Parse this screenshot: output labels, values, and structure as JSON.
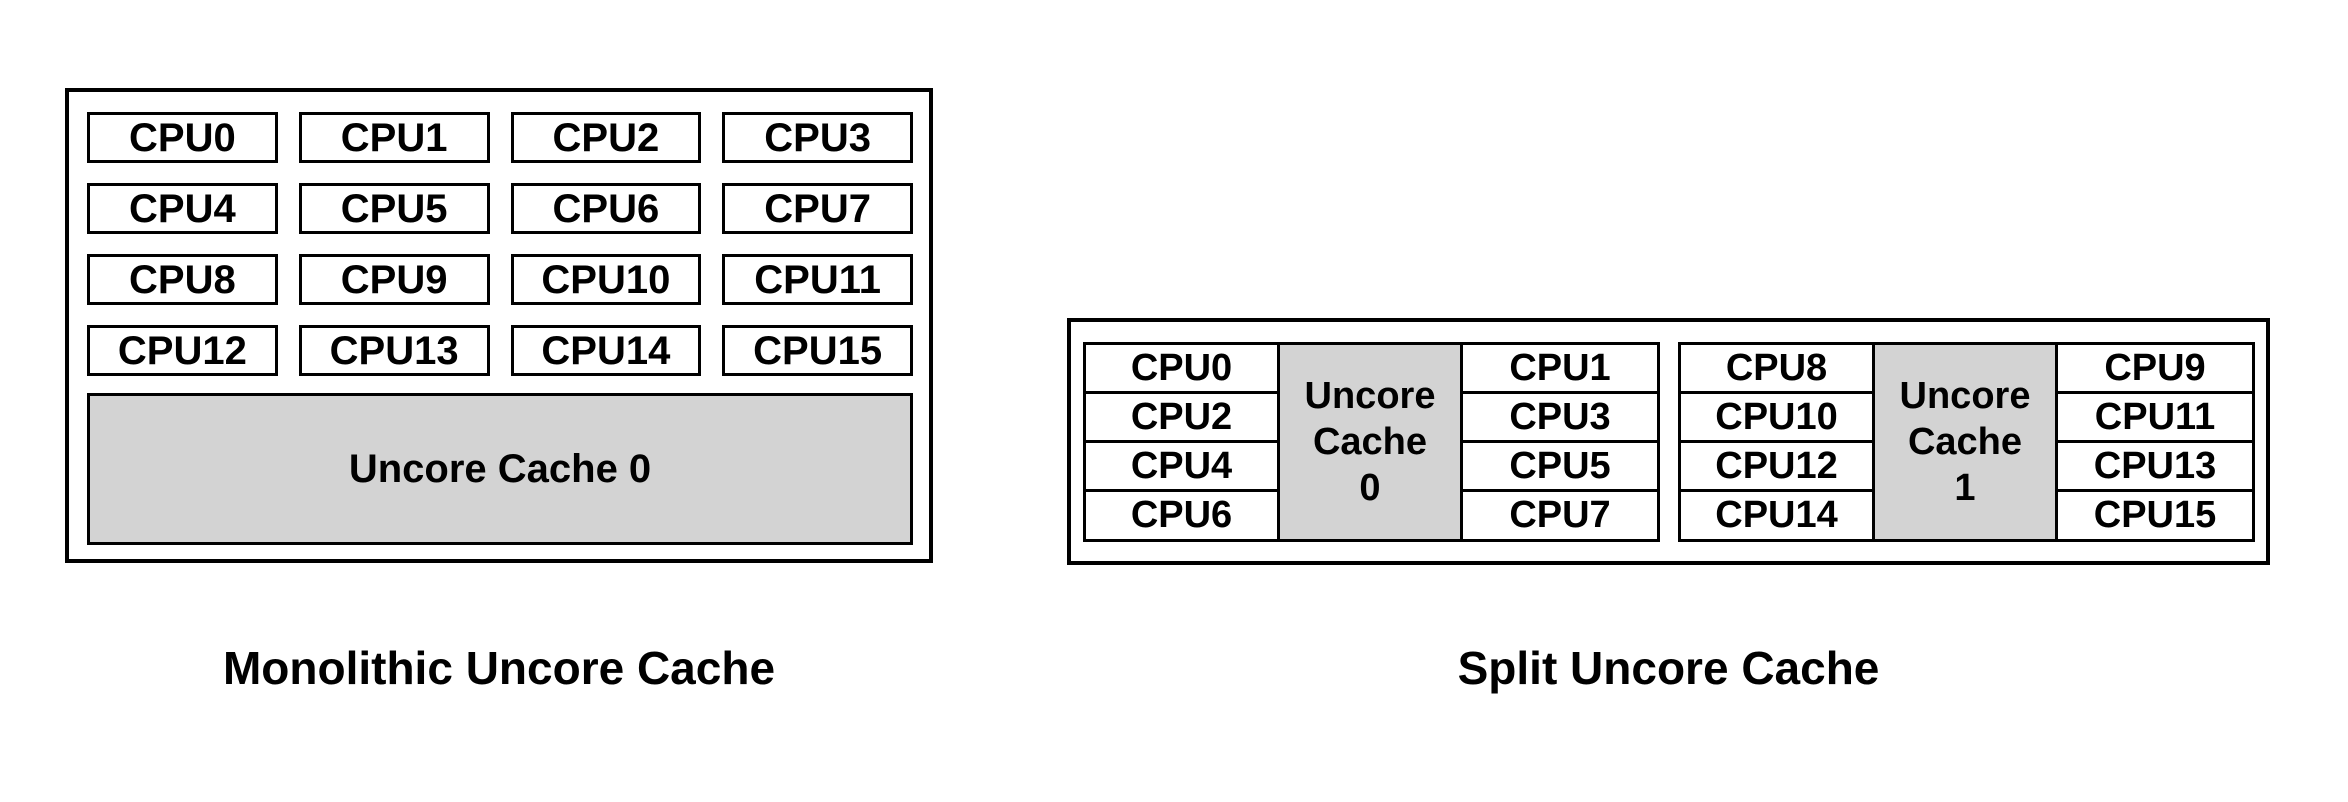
{
  "left_diagram": {
    "caption": "Monolithic Uncore Cache",
    "cpus": [
      "CPU0",
      "CPU1",
      "CPU2",
      "CPU3",
      "CPU4",
      "CPU5",
      "CPU6",
      "CPU7",
      "CPU8",
      "CPU9",
      "CPU10",
      "CPU11",
      "CPU12",
      "CPU13",
      "CPU14",
      "CPU15"
    ],
    "cache_label": "Uncore Cache 0"
  },
  "right_diagram": {
    "caption": "Split Uncore Cache",
    "groups": [
      {
        "left_cpus": [
          "CPU0",
          "CPU2",
          "CPU4",
          "CPU6"
        ],
        "cache_lines": [
          "Uncore",
          "Cache",
          "0"
        ],
        "right_cpus": [
          "CPU1",
          "CPU3",
          "CPU5",
          "CPU7"
        ]
      },
      {
        "left_cpus": [
          "CPU8",
          "CPU10",
          "CPU12",
          "CPU14"
        ],
        "cache_lines": [
          "Uncore",
          "Cache",
          "1"
        ],
        "right_cpus": [
          "CPU9",
          "CPU11",
          "CPU13",
          "CPU15"
        ]
      }
    ]
  },
  "colors": {
    "cache_fill": "#d3d3d3",
    "border": "#000000",
    "background": "#ffffff",
    "text": "#000000"
  }
}
